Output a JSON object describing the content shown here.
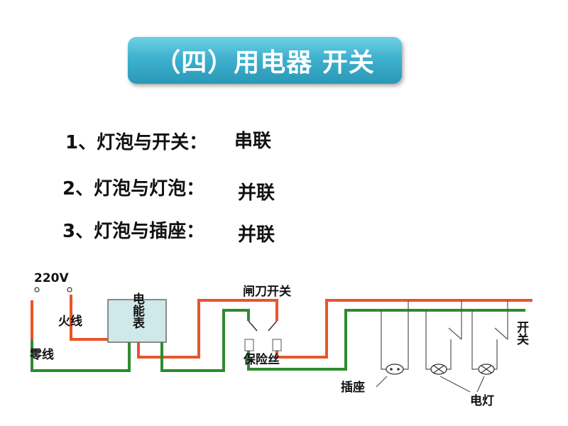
{
  "title": "（四）用电器  开关",
  "relations": [
    {
      "label": "1、灯泡与开关：",
      "value": "串联"
    },
    {
      "label": "2、灯泡与灯泡：",
      "value": "并联"
    },
    {
      "label": "3、灯泡与插座：",
      "value": "并联"
    }
  ],
  "diagram": {
    "voltage": "220V",
    "live_wire": "火线",
    "neutral_wire": "零线",
    "meter": "电能表",
    "knife_switch": "闸刀开关",
    "fuse": "保险丝",
    "socket": "插座",
    "lamp": "电灯",
    "switch": "开关",
    "colors": {
      "live": "#e8552a",
      "neutral": "#2e8b2e",
      "wire": "#555555"
    }
  }
}
